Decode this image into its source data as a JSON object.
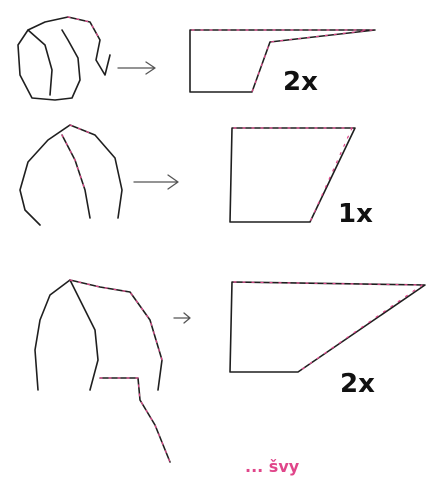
{
  "rows": [
    {
      "count_label": "2x"
    },
    {
      "count_label": "1x"
    },
    {
      "count_label": "2x"
    }
  ],
  "legend": {
    "label": "... švy",
    "color": "#e0468a"
  },
  "colors": {
    "line": "#1f1f1f",
    "seam": "#e0468a",
    "arrow": "#555555"
  }
}
